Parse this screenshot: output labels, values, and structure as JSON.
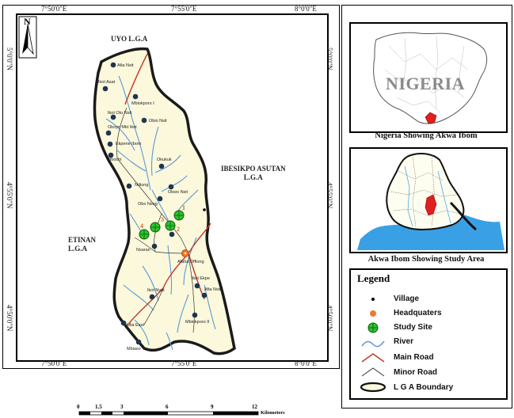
{
  "main_map": {
    "coords_top": [
      "7°50'0\"E",
      "7°55'0\"E",
      "8°0'0\"E"
    ],
    "coords_bottom": [
      "7°50'0\"E",
      "7°55'0\"E",
      "8°0'0\"E"
    ],
    "coords_left": [
      "5°0'0\"N",
      "4°55'0\"N",
      "4°50'0\"N"
    ],
    "coords_right": [
      "5°0'0\"N",
      "4°55'0\"N",
      "4°50'0\"N"
    ],
    "north_label": "N",
    "regions": {
      "uyo": "UYO L.G.A",
      "ibesikpo": [
        "IBESIKPO ASUTAN",
        "L.G.A"
      ],
      "etinan": [
        "ETINAN",
        "L.G.A"
      ]
    },
    "villages": [
      {
        "name": "Afia Nsit"
      },
      {
        "name": "Ikot Asat"
      },
      {
        "name": "Mbiokporo I"
      },
      {
        "name": "Ikot Otu Nsit"
      },
      {
        "name": "Obio Nsit"
      },
      {
        "name": "Okoyo Mkt Ikot"
      },
      {
        "name": "Ekpene Ibom"
      },
      {
        "name": "Obochi"
      },
      {
        "name": "Okukuk"
      },
      {
        "name": "Ndiung"
      },
      {
        "name": "Okwo Nsit"
      },
      {
        "name": "Obo Nsog"
      },
      {
        "name": "Nsaran"
      },
      {
        "name": "Ikot Ekpe"
      },
      {
        "name": "Afia Nsit"
      },
      {
        "name": "Ikot Nyat"
      },
      {
        "name": "Mbiokporo II"
      },
      {
        "name": "Ulia East"
      },
      {
        "name": "Mbiaso"
      }
    ],
    "headquarters": {
      "name": "Afaha Offiong"
    },
    "study_sites": [
      "1",
      "2",
      "3",
      "4"
    ],
    "scale": {
      "ticks": [
        "0",
        "1.5",
        "3",
        "6",
        "9",
        "12"
      ],
      "unit": "Kilometers"
    }
  },
  "inset_nigeria": {
    "label": "NIGERIA",
    "caption": "Nigeria Showing Akwa Ibom"
  },
  "inset_akwa_ibom": {
    "caption": "Akwa Ibom Showing  Study Area"
  },
  "legend": {
    "title": "Legend",
    "items": [
      {
        "label": "Village",
        "icon": "village-dot-icon"
      },
      {
        "label": "Headquaters",
        "icon": "headquarters-icon"
      },
      {
        "label": "Study Site",
        "icon": "study-site-icon"
      },
      {
        "label": "River",
        "icon": "river-line-icon"
      },
      {
        "label": "Main Road",
        "icon": "main-road-icon"
      },
      {
        "label": "Minor Road",
        "icon": "minor-road-icon"
      },
      {
        "label": "L G A Boundary",
        "icon": "lga-boundary-icon"
      }
    ]
  },
  "colors": {
    "river": "#5a9bd5",
    "main_road": "#c0392b",
    "village": "#1f3550",
    "study_site": "#2ec22e",
    "headquarters": "#f07a2a",
    "boundary_fill": "#fbf8dc"
  }
}
